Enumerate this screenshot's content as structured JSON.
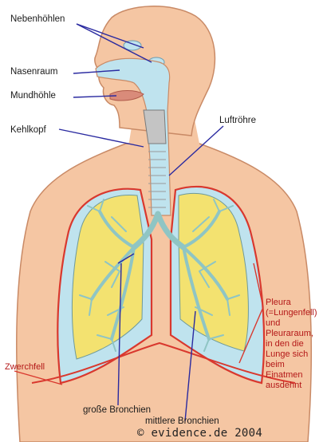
{
  "labels": {
    "nebenhoehlen": "Nebenhöhlen",
    "nasenraum": "Nasenraum",
    "mundhoehle": "Mundhöhle",
    "kehlkopf": "Kehlkopf",
    "luftroehre": "Luftröhre",
    "pleura": [
      "Pleura",
      "(=Lungenfell)",
      "und",
      "Pleuraraum,",
      "in den die",
      "Lunge sich",
      "beim",
      "Einatmen",
      "ausdehnt"
    ],
    "zwerchfell": "Zwerchfell",
    "grosse_bronchien": "große Bronchien",
    "mittlere_bronchien": "mittlere Bronchien"
  },
  "footer": "© evidence.de 2004",
  "colors": {
    "skin": "#f5c6a3",
    "skin_outline": "#c98a66",
    "airway": "#bfe3ee",
    "lung": "#f3e270",
    "bronchi": "#8fc5c4",
    "pleura": "#d9382e",
    "label_line": "#2a2aa0"
  }
}
